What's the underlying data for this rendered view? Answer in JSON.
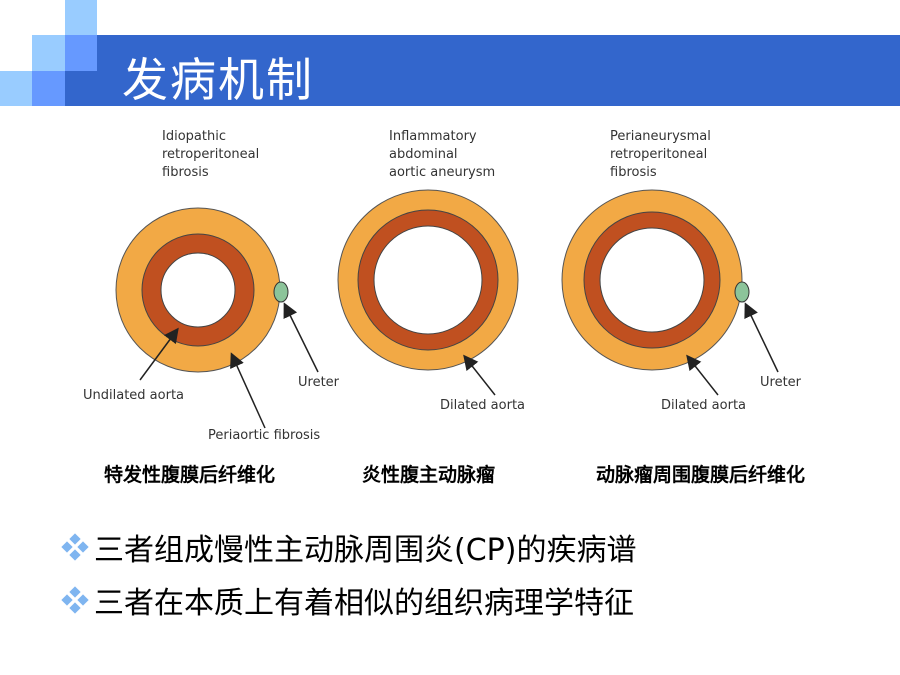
{
  "title": "发病机制",
  "colors": {
    "band": "#3366CC",
    "periaortic": "#F2A945",
    "aorta": "#C05020",
    "ureter": "#8CC49A"
  },
  "diagrams": [
    {
      "heading": [
        "Idiopathic",
        "retroperitoneal",
        "fibrosis"
      ],
      "labels": {
        "aorta": "Undilated aorta",
        "fibrosis": "Periaortic fibrosis",
        "ureter": "Ureter"
      },
      "caption": "特发性腹膜后纤维化"
    },
    {
      "heading": [
        "Inflammatory",
        "abdominal",
        "aortic aneurysm"
      ],
      "labels": {
        "aorta": "Dilated aorta"
      },
      "caption": "炎性腹主动脉瘤"
    },
    {
      "heading": [
        "Perianeurysmal",
        "retroperitoneal",
        "fibrosis"
      ],
      "labels": {
        "aorta": "Dilated aorta",
        "ureter": "Ureter"
      },
      "caption": "动脉瘤周围腹膜后纤维化"
    }
  ],
  "bullets": [
    "三者组成慢性主动脉周围炎(CP)的疾病谱",
    "三者在本质上有着相似的组织病理学特征"
  ]
}
